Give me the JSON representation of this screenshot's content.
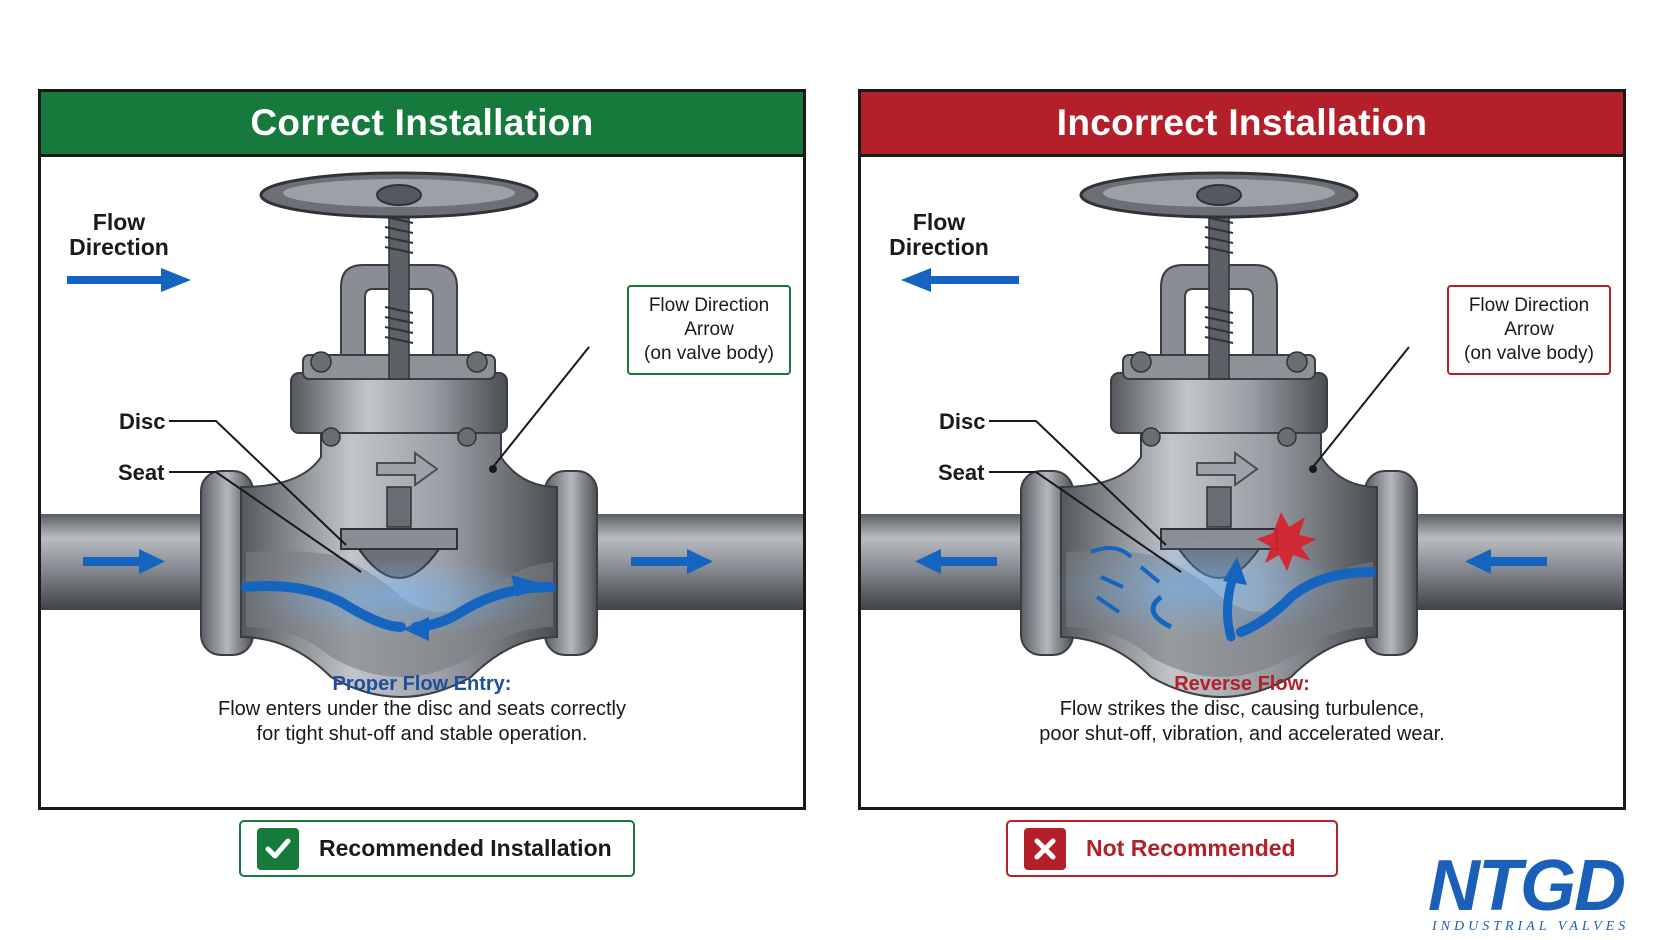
{
  "colors": {
    "correct": "#157a3c",
    "incorrect": "#b3202a",
    "flow_arrow": "#1565c0",
    "metal_dark": "#4a4d52",
    "metal_mid": "#8a8e94",
    "metal_light": "#c9ccd1"
  },
  "correct": {
    "title": "Correct Installation",
    "flow_label_line1": "Flow",
    "flow_label_line2": "Direction",
    "flow_direction": "right",
    "callout_line1": "Flow Direction",
    "callout_line2": "Arrow",
    "callout_line3": "(on valve body)",
    "disc_label": "Disc",
    "seat_label": "Seat",
    "caption_title": "Proper Flow Entry:",
    "caption_line1": "Flow enters under the disc and seats correctly",
    "caption_line2": "for tight shut-off and stable operation.",
    "badge_label": "Recommended Installation",
    "badge_icon": "check-icon"
  },
  "incorrect": {
    "title": "Incorrect Installation",
    "flow_label_line1": "Flow",
    "flow_label_line2": "Direction",
    "flow_direction": "left",
    "callout_line1": "Flow Direction",
    "callout_line2": "Arrow",
    "callout_line3": "(on valve body)",
    "disc_label": "Disc",
    "seat_label": "Seat",
    "caption_title": "Reverse Flow:",
    "caption_line1": "Flow strikes the disc, causing turbulence,",
    "caption_line2": "poor shut-off, vibration, and accelerated wear.",
    "badge_label": "Not Recommended",
    "badge_icon": "x-icon"
  },
  "logo": {
    "brand": "NTGD",
    "tagline": "INDUSTRIAL VALVES"
  }
}
